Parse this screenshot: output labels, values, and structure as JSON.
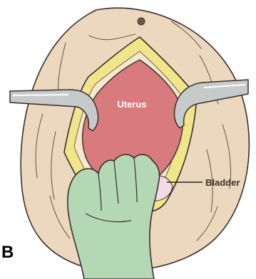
{
  "figure": {
    "panel_label": "B",
    "labels": {
      "uterus": "Uterus",
      "bladder": "Bladder"
    }
  },
  "colors": {
    "background": "#ffffff",
    "abdomen_skin": "#ecd8be",
    "fat_layer": "#f1e58a",
    "uterus": "#d97b7e",
    "cavity": "#f4eacb",
    "retractor": "#c7cacb",
    "glove": "#b4d8b4",
    "bladder_tissue": "#f3dbe3",
    "outline": "#3a2f2a"
  }
}
